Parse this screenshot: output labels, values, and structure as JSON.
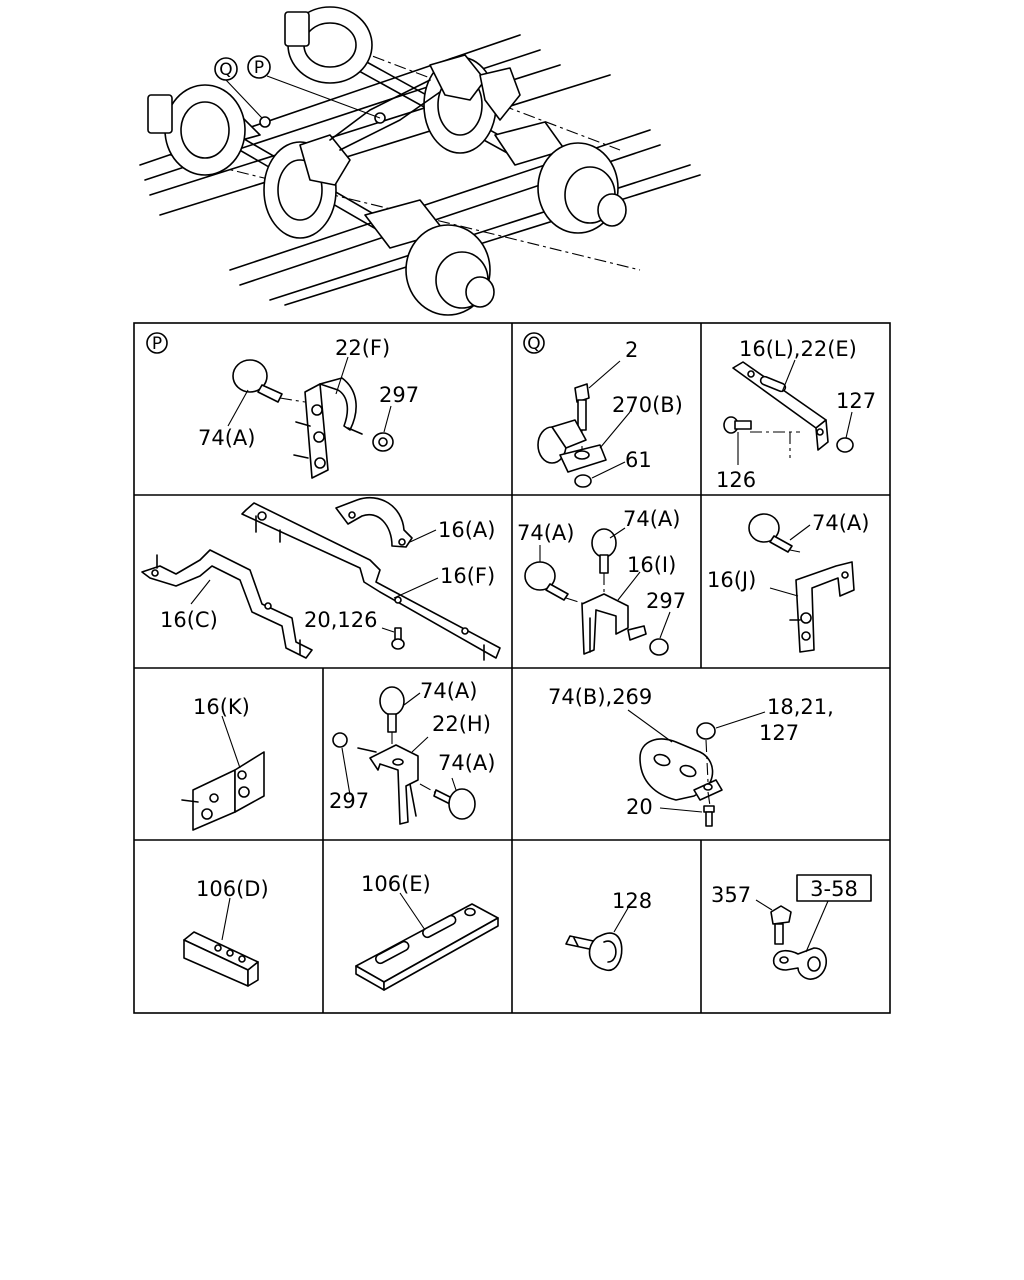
{
  "callouts": {
    "overview": {
      "q": "Q",
      "p": "P"
    },
    "cells": [
      {
        "id": "p",
        "section": "P",
        "labels": [
          "22(F)",
          "297",
          "74(A)"
        ]
      },
      {
        "id": "q",
        "section": "Q",
        "labels": [
          "2",
          "270(B)",
          "61"
        ]
      },
      {
        "id": "c3",
        "labels": [
          "16(L),22(E)",
          "127",
          "126"
        ]
      },
      {
        "id": "c4",
        "labels": [
          "16(A)",
          "16(F)",
          "16(C)",
          "20,126"
        ]
      },
      {
        "id": "c5",
        "labels": [
          "74(A)",
          "74(A)",
          "16(I)",
          "297"
        ]
      },
      {
        "id": "c6",
        "labels": [
          "74(A)",
          "16(J)"
        ]
      },
      {
        "id": "c7",
        "labels": [
          "16(K)"
        ]
      },
      {
        "id": "c8",
        "labels": [
          "74(A)",
          "22(H)",
          "74(A)",
          "297"
        ]
      },
      {
        "id": "c9",
        "labels": [
          "74(B),269",
          "18,21,",
          "127",
          "20"
        ]
      },
      {
        "id": "c10",
        "labels": [
          "106(D)"
        ]
      },
      {
        "id": "c11",
        "labels": [
          "106(E)"
        ]
      },
      {
        "id": "c12",
        "labels": [
          "128"
        ]
      },
      {
        "id": "c13",
        "labels": [
          "357",
          "3-58"
        ]
      }
    ]
  }
}
